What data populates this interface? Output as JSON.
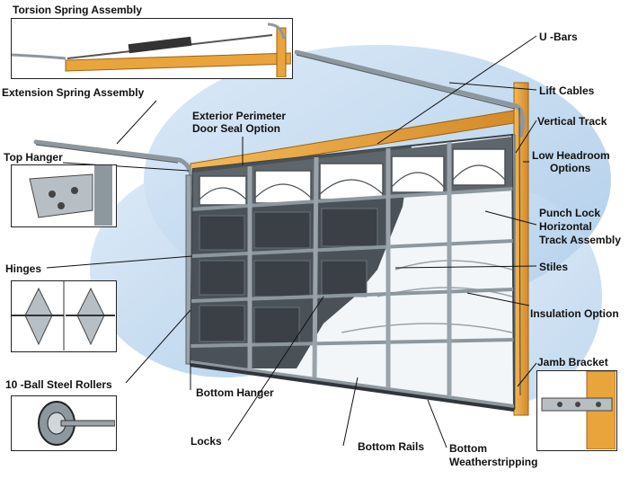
{
  "labels": {
    "torsion_spring_assembly": "Torsion Spring Assembly",
    "extension_spring_assembly": "Extension Spring Assembly",
    "top_hanger": "Top Hanger",
    "hinges": "Hinges",
    "ball_steel_rollers": "10 -Ball Steel Rollers",
    "exterior_perimeter_seal_line1": "Exterior Perimeter",
    "exterior_perimeter_seal_line2": "Door Seal Option",
    "u_bars": "U -Bars",
    "lift_cables": "Lift Cables",
    "vertical_track": "Vertical Track",
    "low_headroom_line1": "Low Headroom",
    "low_headroom_line2": "Options",
    "punch_lock_line1": "Punch Lock",
    "punch_lock_line2": "Horizontal",
    "punch_lock_line3": "Track Assembly",
    "stiles": "Stiles",
    "insulation_option": "Insulation Option",
    "jamb_bracket": "Jamb Bracket",
    "bottom_hanger": "Bottom Hanger",
    "locks": "Locks",
    "bottom_rails": "Bottom Rails",
    "bottom_weatherstripping_line1": "Bottom",
    "bottom_weatherstripping_line2": "Weatherstripping"
  },
  "colors": {
    "sky": "#bcd6ee",
    "door_panel": "#4a5157",
    "door_frame": "#8d979e",
    "wood_header": "#e9a43c",
    "track_metal": "#9aa3aa",
    "insulation": "#eef3f7"
  }
}
